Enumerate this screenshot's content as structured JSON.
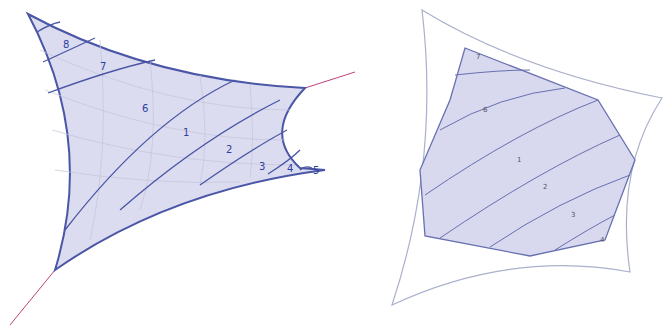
{
  "diagram": {
    "labels": [
      "8",
      "7",
      "6",
      "1",
      "2",
      "3",
      "4",
      "5",
      "7",
      "6",
      "1",
      "2",
      "3",
      "4"
    ]
  }
}
